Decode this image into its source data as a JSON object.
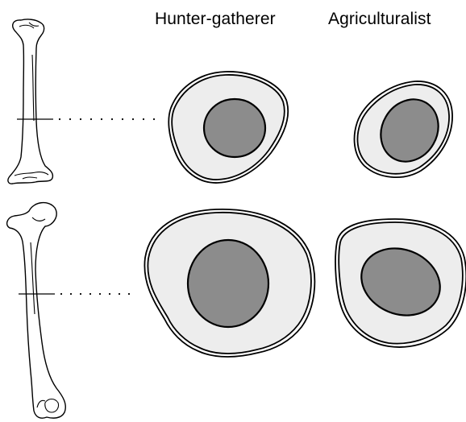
{
  "labels": {
    "hunter_gatherer": "Hunter-gatherer",
    "agriculturalist": "Agriculturalist"
  },
  "colors": {
    "cortical_bone": "#ededed",
    "medullary_cavity": "#8c8c8c",
    "outline": "#000000",
    "background": "#ffffff"
  },
  "rows": [
    {
      "bone": "humerus-icon",
      "columns": [
        "hunter-gatherer-cross-section",
        "agriculturalist-cross-section"
      ]
    },
    {
      "bone": "femur-icon",
      "columns": [
        "hunter-gatherer-cross-section",
        "agriculturalist-cross-section"
      ]
    }
  ]
}
